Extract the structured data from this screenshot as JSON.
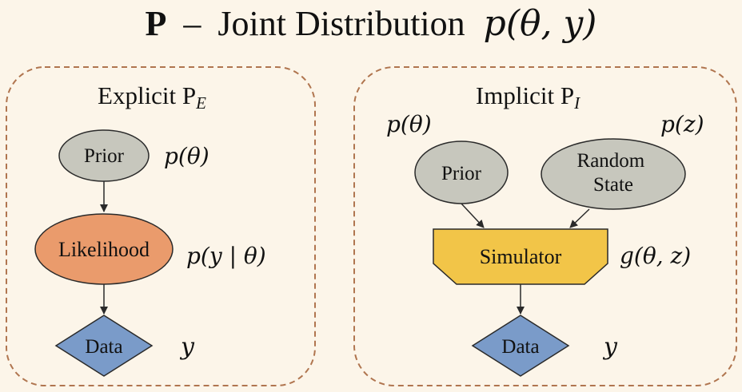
{
  "title": {
    "letter": "P",
    "dash": "–",
    "text": "Joint Distribution",
    "math": "p(θ, y)"
  },
  "explicit_panel": {
    "label_main": "Explicit P",
    "label_sub": "E",
    "prior": {
      "label": "Prior",
      "math": "p(θ)"
    },
    "likelihood": {
      "label": "Likelihood",
      "math": "p(y | θ)"
    },
    "data": {
      "label": "Data",
      "math": "y"
    }
  },
  "implicit_panel": {
    "label_main": "Implicit P",
    "label_sub": "I",
    "prior": {
      "label": "Prior",
      "math": "p(θ)"
    },
    "random_state": {
      "line1": "Random",
      "line2": "State",
      "math": "p(z)"
    },
    "simulator": {
      "label": "Simulator",
      "math": "g(θ, z)"
    },
    "data": {
      "label": "Data",
      "math": "y"
    }
  },
  "colors": {
    "background": "#fcf5e9",
    "panel_border": "#b0754f",
    "prior_fill": "#c7c7bd",
    "likelihood_fill": "#ea9b6c",
    "simulator_fill": "#f2c548",
    "data_fill": "#7a9bc9",
    "stroke": "#2a2a2a"
  }
}
